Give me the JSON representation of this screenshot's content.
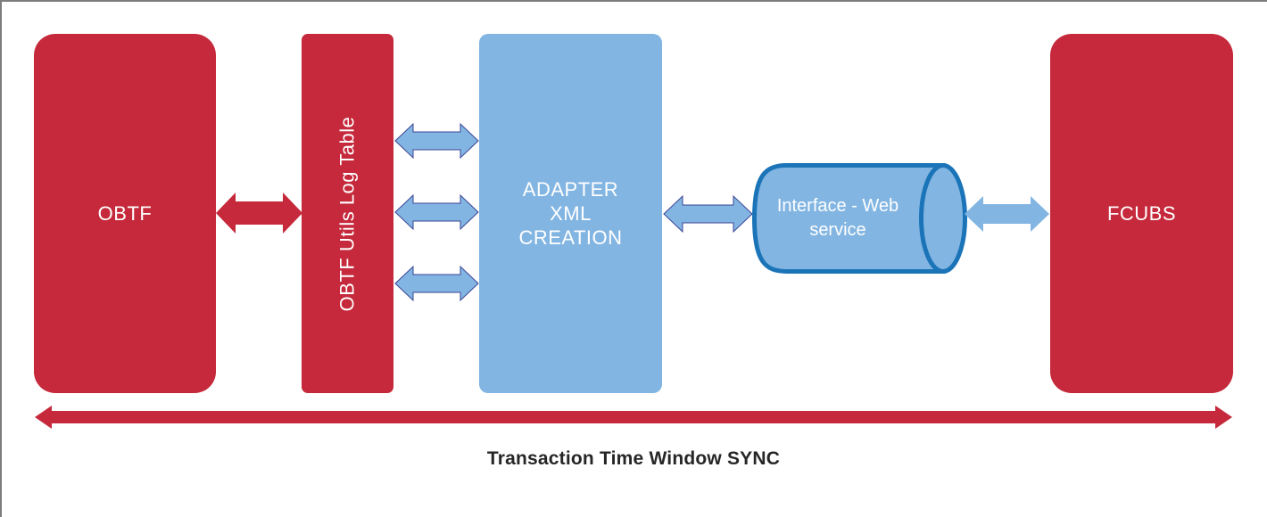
{
  "diagram": {
    "nodes": {
      "obtf": {
        "label": "OBTF"
      },
      "log_table": {
        "label": "OBTF Utils Log Table"
      },
      "adapter": {
        "line1": "ADAPTER",
        "line2": "XML",
        "line3": "CREATION"
      },
      "interface": {
        "line1": "Interface - Web",
        "line2": "service"
      },
      "fcubs": {
        "label": "FCUBS"
      }
    },
    "edges": [
      {
        "from": "OBTF",
        "to": "OBTF Utils Log Table",
        "type": "bidirectional",
        "color": "red"
      },
      {
        "from": "OBTF Utils Log Table",
        "to": "ADAPTER XML CREATION",
        "type": "bidirectional",
        "color": "blue",
        "count": 3
      },
      {
        "from": "ADAPTER XML CREATION",
        "to": "Interface - Web service",
        "type": "bidirectional",
        "color": "blue"
      },
      {
        "from": "Interface - Web service",
        "to": "FCUBS",
        "type": "bidirectional",
        "color": "blue"
      }
    ],
    "caption": "Transaction Time Window SYNC",
    "colors": {
      "red": "#C5293B",
      "blue": "#82B5E2",
      "blue_stroke": "#1B74B8",
      "caption_color": "#262626"
    }
  }
}
